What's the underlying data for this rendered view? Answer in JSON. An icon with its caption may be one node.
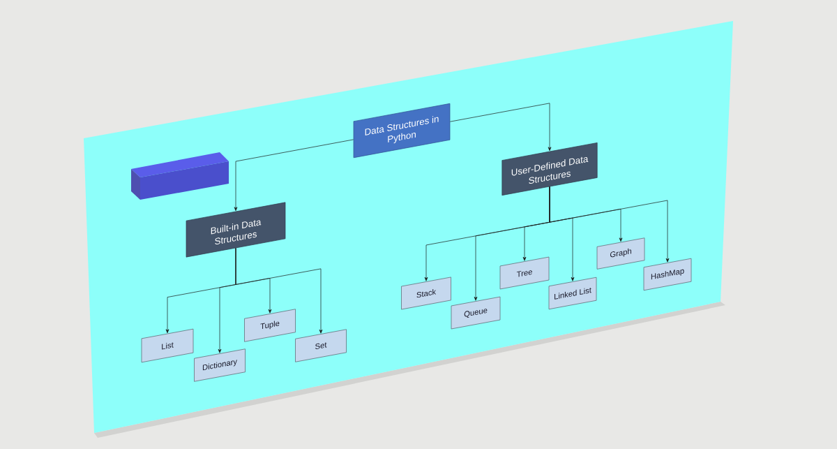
{
  "diagram": {
    "nodes": [
      {
        "text": [
          "Data Structures in Python"
        ]
      },
      {
        "text": [
          "Built-in Data Structures"
        ]
      },
      {
        "text": [
          "User-Defined Data Structures"
        ]
      },
      {
        "text": [
          "List"
        ]
      },
      {
        "text": [
          "Dictionary"
        ]
      },
      {
        "text": [
          "Tuple"
        ]
      },
      {
        "text": [
          "Set"
        ]
      },
      {
        "text": [
          "Stack"
        ]
      },
      {
        "text": [
          "Queue"
        ]
      },
      {
        "text": [
          "Tree"
        ]
      },
      {
        "text": [
          "Linked List"
        ]
      },
      {
        "text": [
          "Graph"
        ]
      },
      {
        "text": [
          "HashMap"
        ]
      }
    ],
    "edges": [
      {
        "from": 0,
        "to": 1,
        "arrow": "to"
      },
      {
        "from": 0,
        "to": 2,
        "arrow": "to"
      },
      {
        "from": 1,
        "to": 3,
        "arrow": "to"
      },
      {
        "from": 1,
        "to": 4,
        "arrow": "to"
      },
      {
        "from": 1,
        "to": 5,
        "arrow": "to"
      },
      {
        "from": 1,
        "to": 6,
        "arrow": "to"
      },
      {
        "from": 2,
        "to": 7,
        "arrow": "to"
      },
      {
        "from": 2,
        "to": 8,
        "arrow": "to"
      },
      {
        "from": 2,
        "to": 9,
        "arrow": "to"
      },
      {
        "from": 2,
        "to": 10,
        "arrow": "to"
      },
      {
        "from": 2,
        "to": 11,
        "arrow": "to"
      },
      {
        "from": 2,
        "to": 12,
        "arrow": "to"
      }
    ]
  }
}
